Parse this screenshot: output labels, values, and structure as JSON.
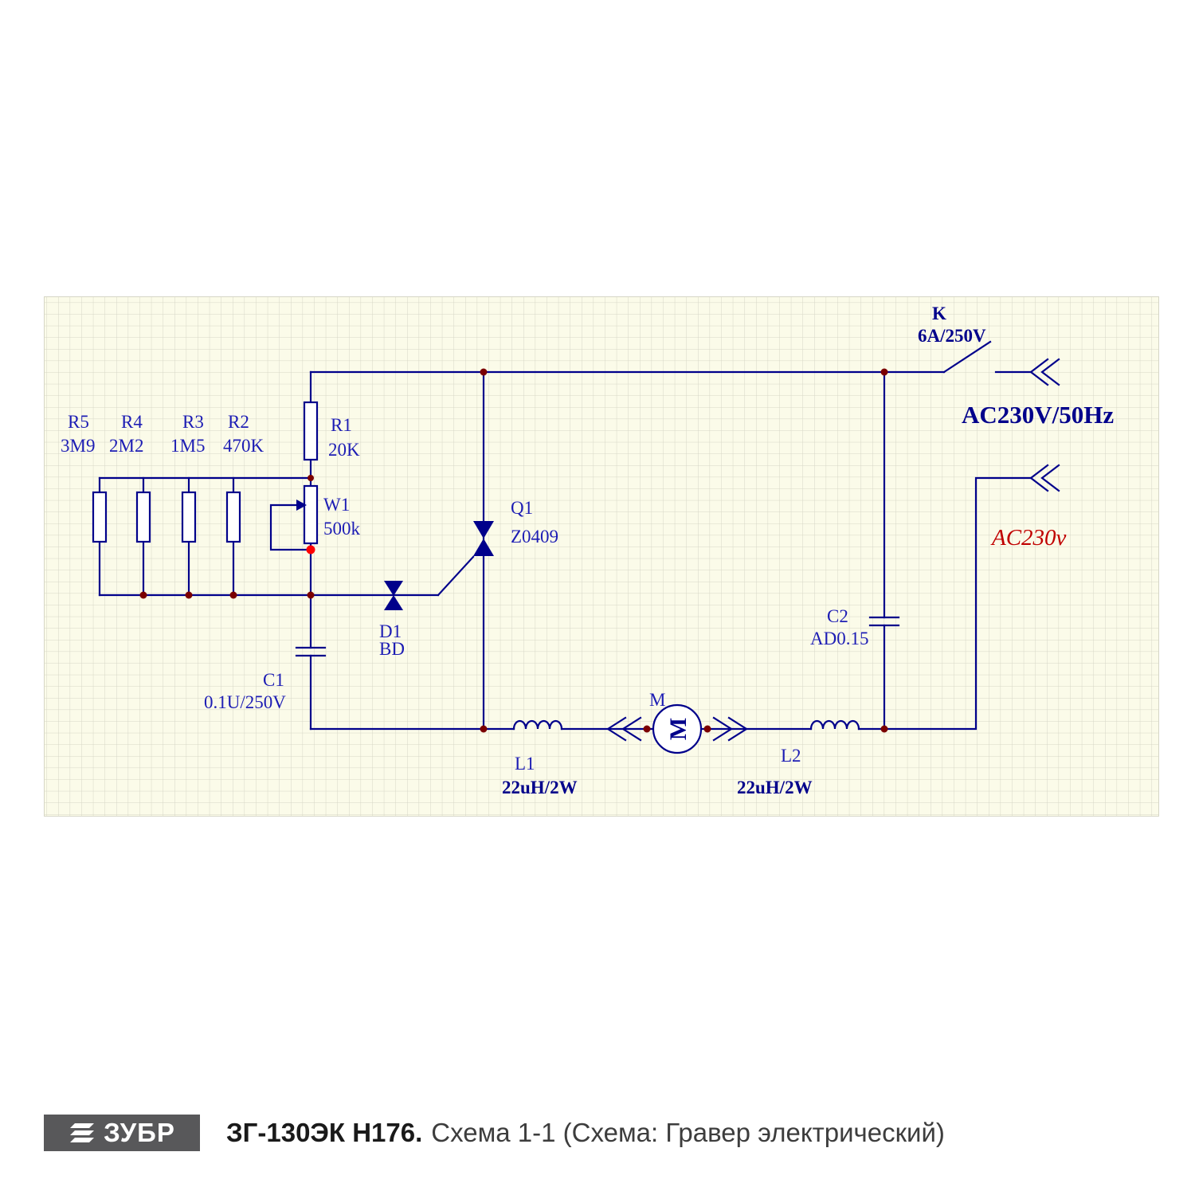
{
  "schematic": {
    "components": {
      "r5": {
        "ref": "R5",
        "value": "3M9"
      },
      "r4": {
        "ref": "R4",
        "value": "2M2"
      },
      "r3": {
        "ref": "R3",
        "value": "1M5"
      },
      "r2": {
        "ref": "R2",
        "value": "470K"
      },
      "r1": {
        "ref": "R1",
        "value": "20K"
      },
      "w1": {
        "ref": "W1",
        "value": "500k"
      },
      "q1": {
        "ref": "Q1",
        "value": "Z0409"
      },
      "d1": {
        "ref": "D1",
        "value": "BD"
      },
      "c1": {
        "ref": "C1",
        "value": "0.1U/250V"
      },
      "c2": {
        "ref": "C2",
        "value": "AD0.15"
      },
      "k": {
        "ref": "K",
        "value": "6A/250V"
      },
      "m": {
        "ref": "M",
        "symbol": "M"
      },
      "l1": {
        "ref": "L1",
        "value": "22uH/2W"
      },
      "l2": {
        "ref": "L2",
        "value": "22uH/2W"
      }
    },
    "labels": {
      "mains": "AC230V/50Hz",
      "mains_secondary": "AC230v"
    },
    "colors": {
      "wire": "#00008B",
      "label": "#1d1db4",
      "junction": "#7b0000",
      "highlight": "#ff0000",
      "mains_secondary": "#c00000",
      "grid_bg": "#FBFBE9",
      "grid_line": "#d6d6c6"
    }
  },
  "footer": {
    "logo_text": "ЗУБР",
    "title_model": "ЗГ-130ЭК Н176.",
    "title_rest": "Схема 1-1 (Схема: Гравер электрический)"
  }
}
